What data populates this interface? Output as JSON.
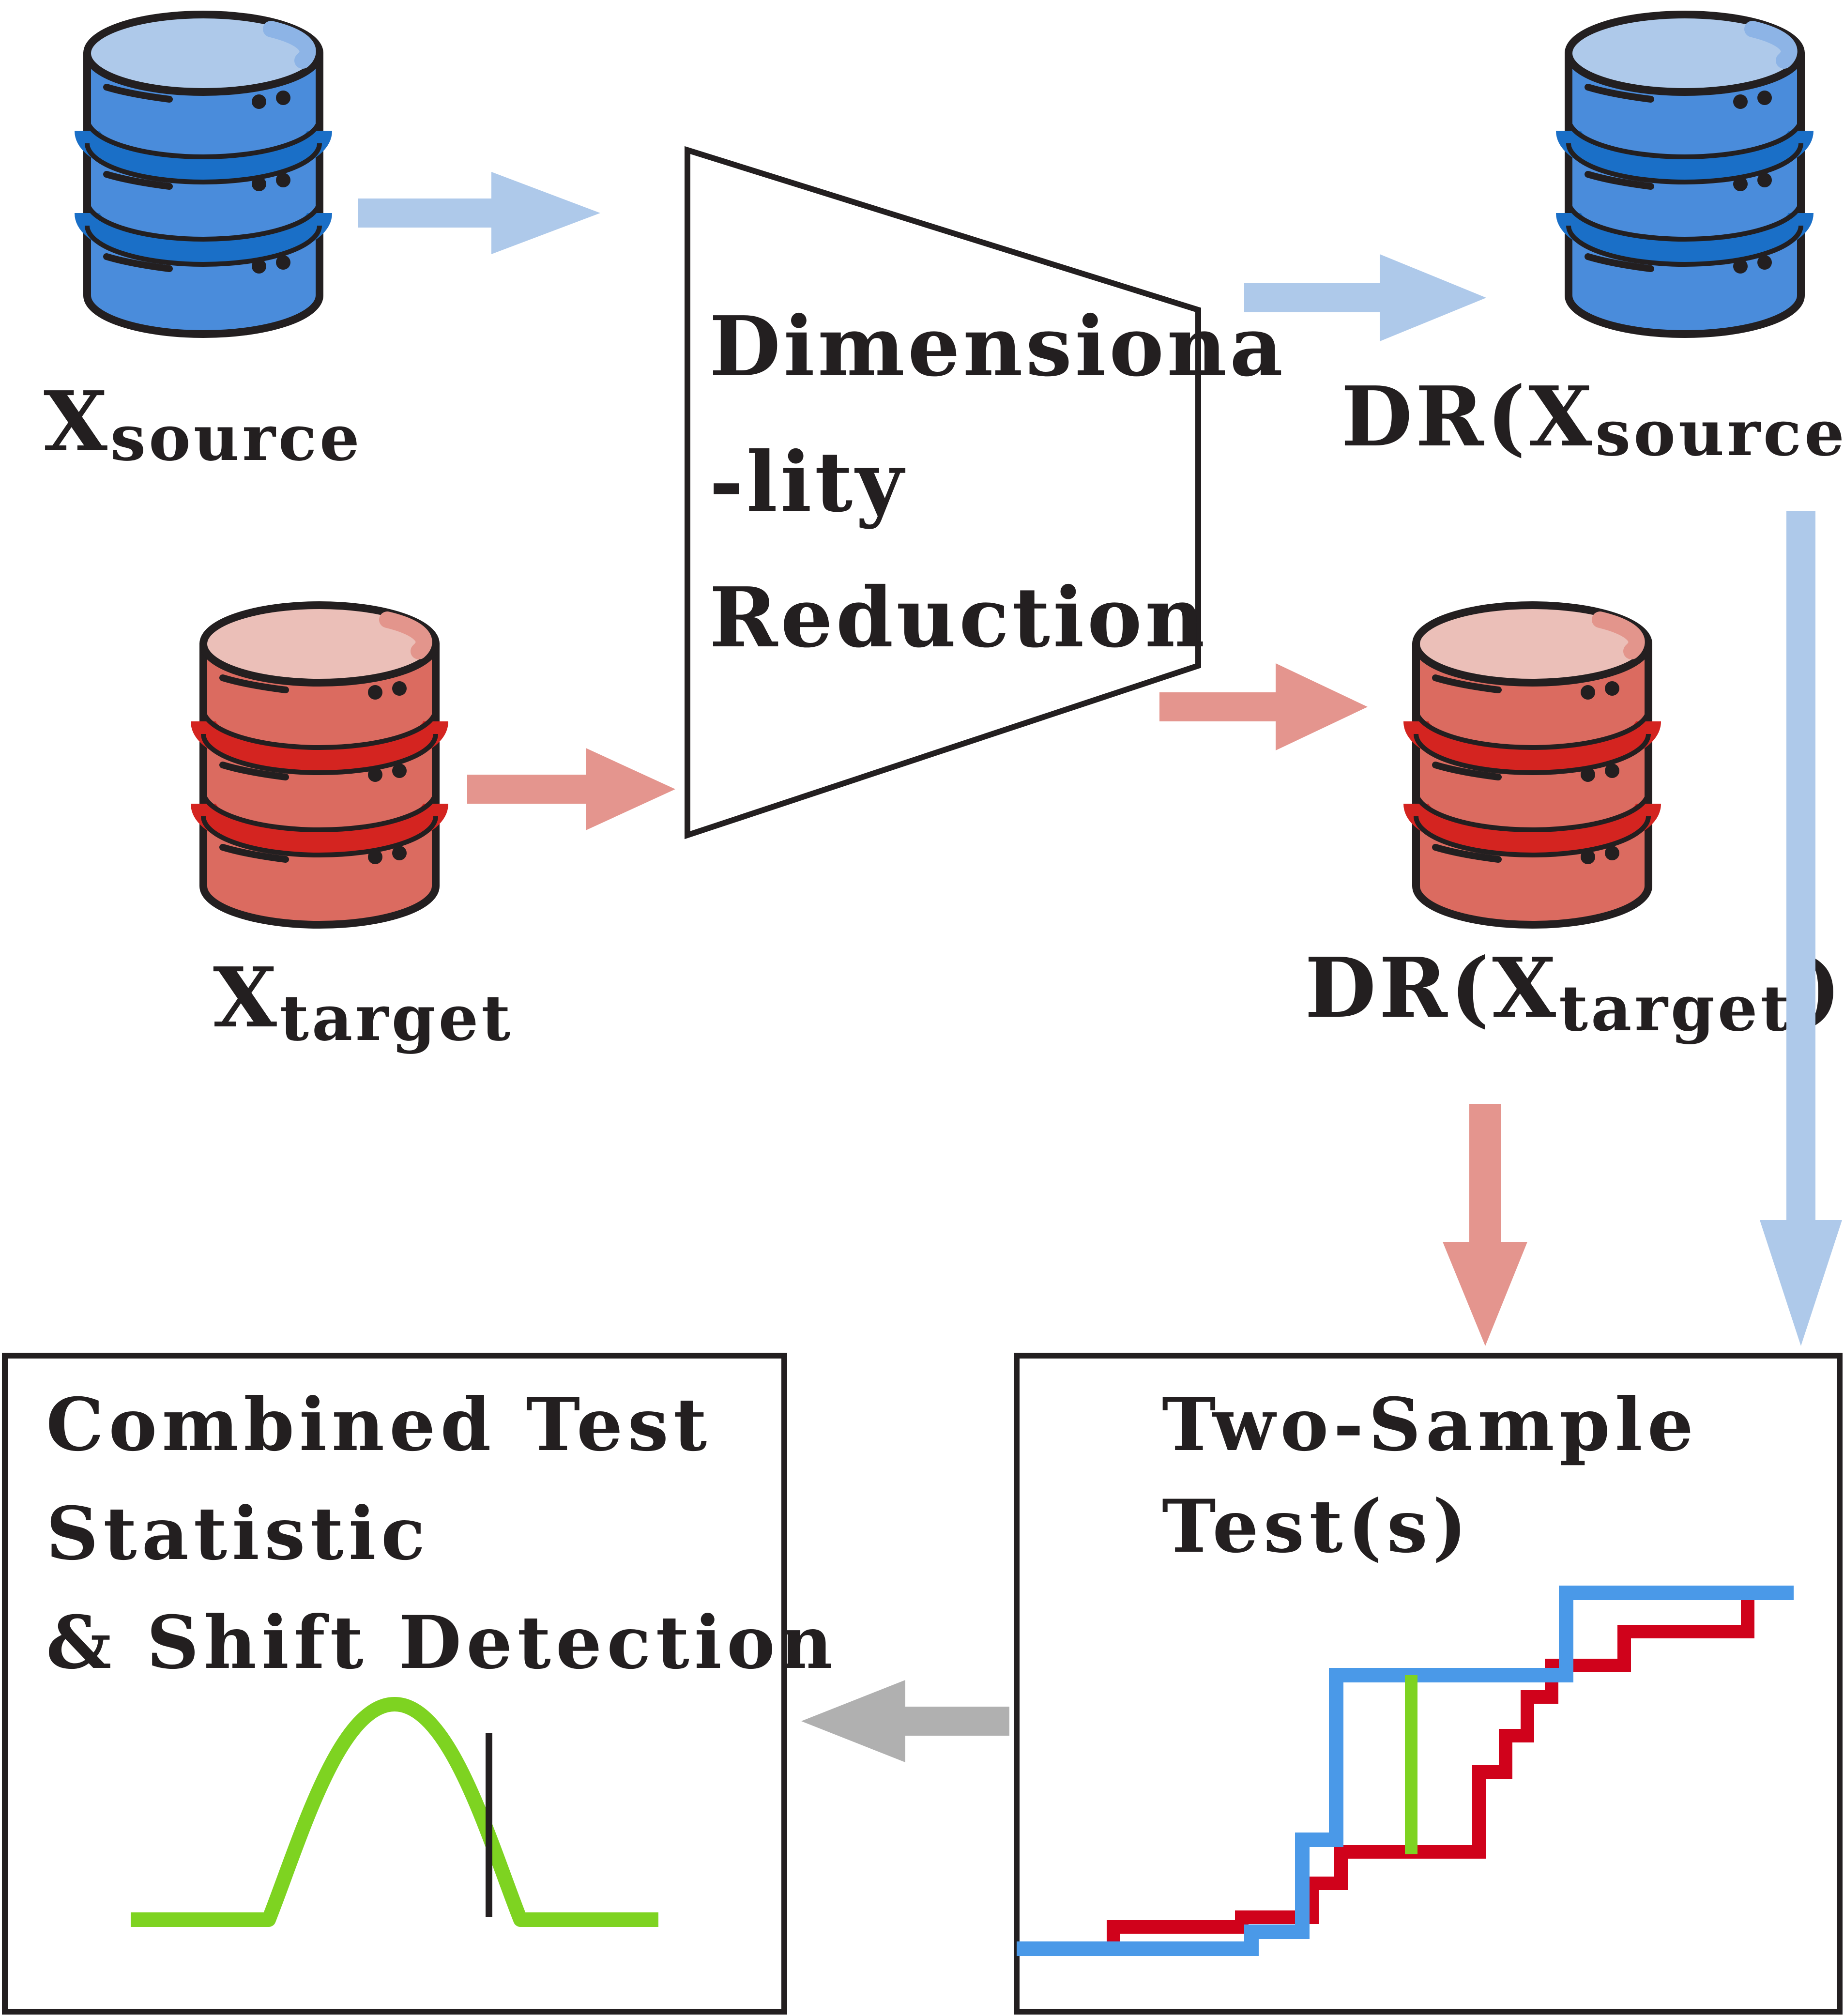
{
  "colors": {
    "source_light": "#aec9ea",
    "source_mid": "#4a8cdb",
    "source_dark": "#1a6fc7",
    "target_light": "#ebbfb8",
    "target_mid": "#db6b60",
    "target_dark": "#d42420",
    "arrow_source": "#aec9ea",
    "arrow_target": "#e4958e",
    "arrow_result": "#b0b0b0",
    "curve_source": "#4a99e8",
    "curve_target": "#d0021b",
    "curve_gap": "#7ed321",
    "outline": "#231f20"
  },
  "labels": {
    "x_source_main": "X",
    "x_source_sub": "source",
    "x_target_main": "X",
    "x_target_sub": "target",
    "dr_source_prefix": "DR(X",
    "dr_source_sub": "source",
    "dr_source_suffix": ")",
    "dr_target_prefix": "DR(X",
    "dr_target_sub": "target",
    "dr_target_suffix": ")"
  },
  "dr_block": {
    "line1": "Dimensiona",
    "line2": "-lity",
    "line3": "Reduction"
  },
  "two_sample_box": {
    "line1": "Two-Sample",
    "line2": "Test(s)"
  },
  "combined_box": {
    "line1": "Combined Test",
    "line2": "Statistic",
    "line3": "& Shift Detection"
  },
  "icons": {
    "source_db": "database-icon",
    "target_db": "database-icon",
    "ecdf": "ecdf-step-plot-icon",
    "distribution": "bell-curve-icon"
  }
}
